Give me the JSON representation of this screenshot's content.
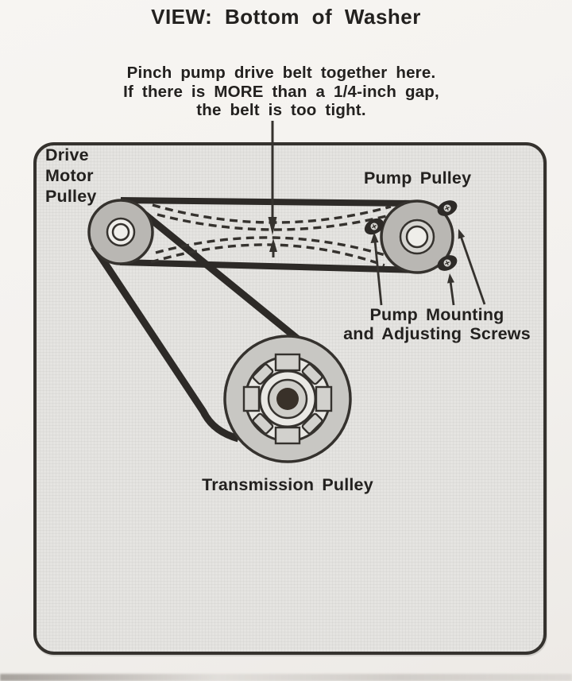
{
  "page": {
    "title": "VIEW: Bottom of Washer",
    "caption": "Pinch pump drive belt together here.\nIf there is MORE than a 1/4-inch gap,\nthe belt is too tight."
  },
  "diagram": {
    "labels": {
      "drive_motor_pulley": "Drive\nMotor\nPulley",
      "pump_pulley": "Pump Pulley",
      "pump_screws": "Pump Mounting\nand Adjusting Screws",
      "transmission_pulley": "Transmission Pulley"
    },
    "colors": {
      "paper": "#f3f1ee",
      "box_fill": "#e5e4e1",
      "line": "#35322e",
      "belt": "#2d2a27",
      "pulley_gray": "#b9b7b3",
      "pulley_mid": "#d6d5d1",
      "pulley_light": "#efeeea",
      "trans_gray": "#c8c7c3",
      "cage_light": "#e9e8e4",
      "tab_gray": "#d2d1cd",
      "ring_gray": "#cfcec9",
      "hub_dark": "#393129",
      "text": "#23211f"
    }
  }
}
